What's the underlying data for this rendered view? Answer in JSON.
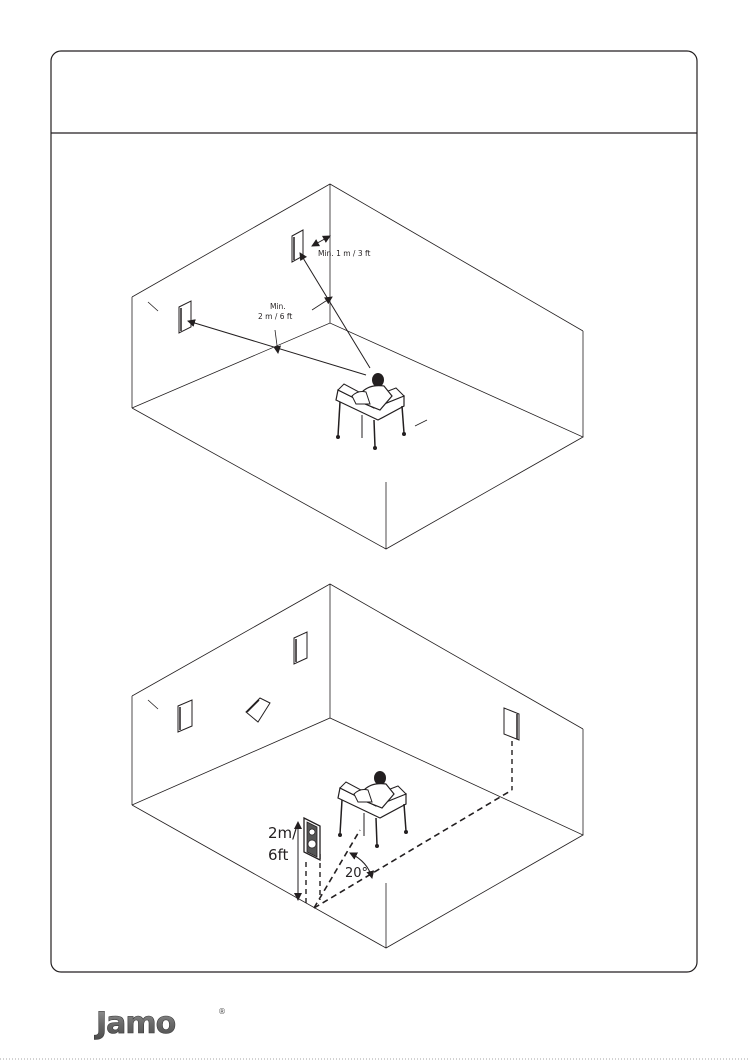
{
  "diagram_top": {
    "label_min_1m": "Min. 1 m / 3 ft",
    "label_min_2m_line1": "Min.",
    "label_min_2m_line2": "2 m / 6 ft"
  },
  "diagram_bottom": {
    "label_height_line1": "2m/",
    "label_height_line2": "6ft",
    "label_angle": "20°"
  },
  "footer": {
    "brand": "Jamo",
    "brand_mark": "®"
  }
}
